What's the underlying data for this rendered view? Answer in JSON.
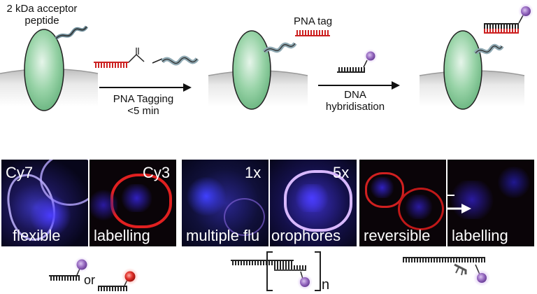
{
  "top": {
    "acceptor_label_line1": "2 kDa acceptor",
    "acceptor_label_line2": "peptide",
    "pna_tag_label": "PNA tag",
    "step1_line1": "PNA Tagging",
    "step1_line2": "<5 min",
    "step2_line1": "DNA",
    "step2_line2": "hybridisation"
  },
  "panels": {
    "p1_left_label": "Cy7",
    "p1_right_label": "Cy3",
    "p1_caption_left": "flexible",
    "p1_caption_right": "labelling",
    "p2_left_label": "1x",
    "p2_right_label": "5x",
    "p2_caption_left": "multiple flu",
    "p2_caption_right": "orophores",
    "p3_caption_left": "reversible",
    "p3_caption_right": "labelling"
  },
  "bottom": {
    "or_text": "or",
    "n_text": "n"
  },
  "colors": {
    "membrane": "#c8c8c8",
    "protein": "#8fcf9f",
    "pna": "#cc2222",
    "dna": "#222222",
    "fluorophore_purple": "#9b6fc4",
    "fluorophore_red": "#e0302a"
  }
}
